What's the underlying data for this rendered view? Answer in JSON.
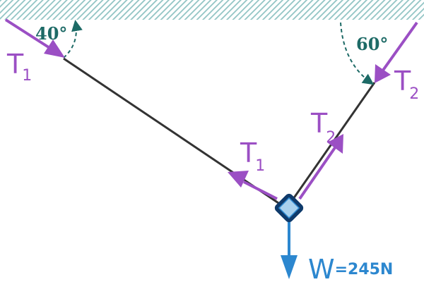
{
  "angles": {
    "left": "40°",
    "right": "60°"
  },
  "tensions": {
    "t1": {
      "letter": "T",
      "sub": "1"
    },
    "t2": {
      "letter": "T",
      "sub": "2"
    }
  },
  "weight": {
    "letter": "W",
    "value": "=245N"
  },
  "colors": {
    "ceiling_hatch": "#8fc3c3",
    "rope": "#333333",
    "force_arrow": "#9b4fc4",
    "angle_arc": "#1d6a66",
    "weight_arrow": "#2c87cf",
    "block_outer": "#0e3a6b",
    "block_inner": "#a8d1ee"
  },
  "icons": {
    "block": "hanging-mass-diamond-icon",
    "ceiling": "hatched-ceiling-icon"
  }
}
